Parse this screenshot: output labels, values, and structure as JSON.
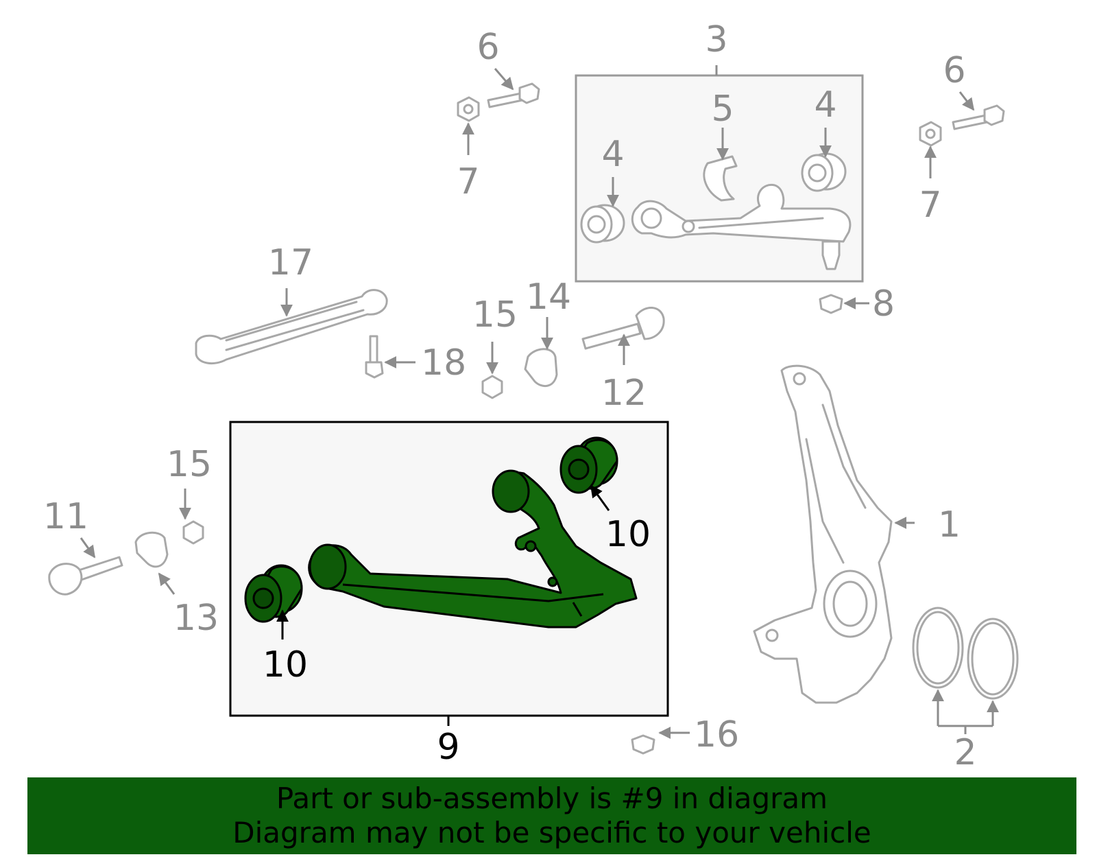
{
  "colors": {
    "highlight": "#136a0c",
    "footer_bg": "#0b5e0b",
    "gray_part": "#a8a8a8",
    "gray_text": "#8c8c8c"
  },
  "callouts": {
    "c1": "1",
    "c2": "2",
    "c3": "3",
    "c4a": "4",
    "c4b": "4",
    "c5": "5",
    "c6a": "6",
    "c6b": "6",
    "c7a": "7",
    "c7b": "7",
    "c8": "8",
    "c9": "9",
    "c10a": "10",
    "c10b": "10",
    "c11": "11",
    "c12": "12",
    "c13": "13",
    "c14": "14",
    "c15a": "15",
    "c15b": "15",
    "c16": "16",
    "c17": "17",
    "c18": "18"
  },
  "footer": {
    "line1": "Part or sub-assembly is #9 in diagram",
    "line2": "Diagram may not be specific to your vehicle"
  }
}
